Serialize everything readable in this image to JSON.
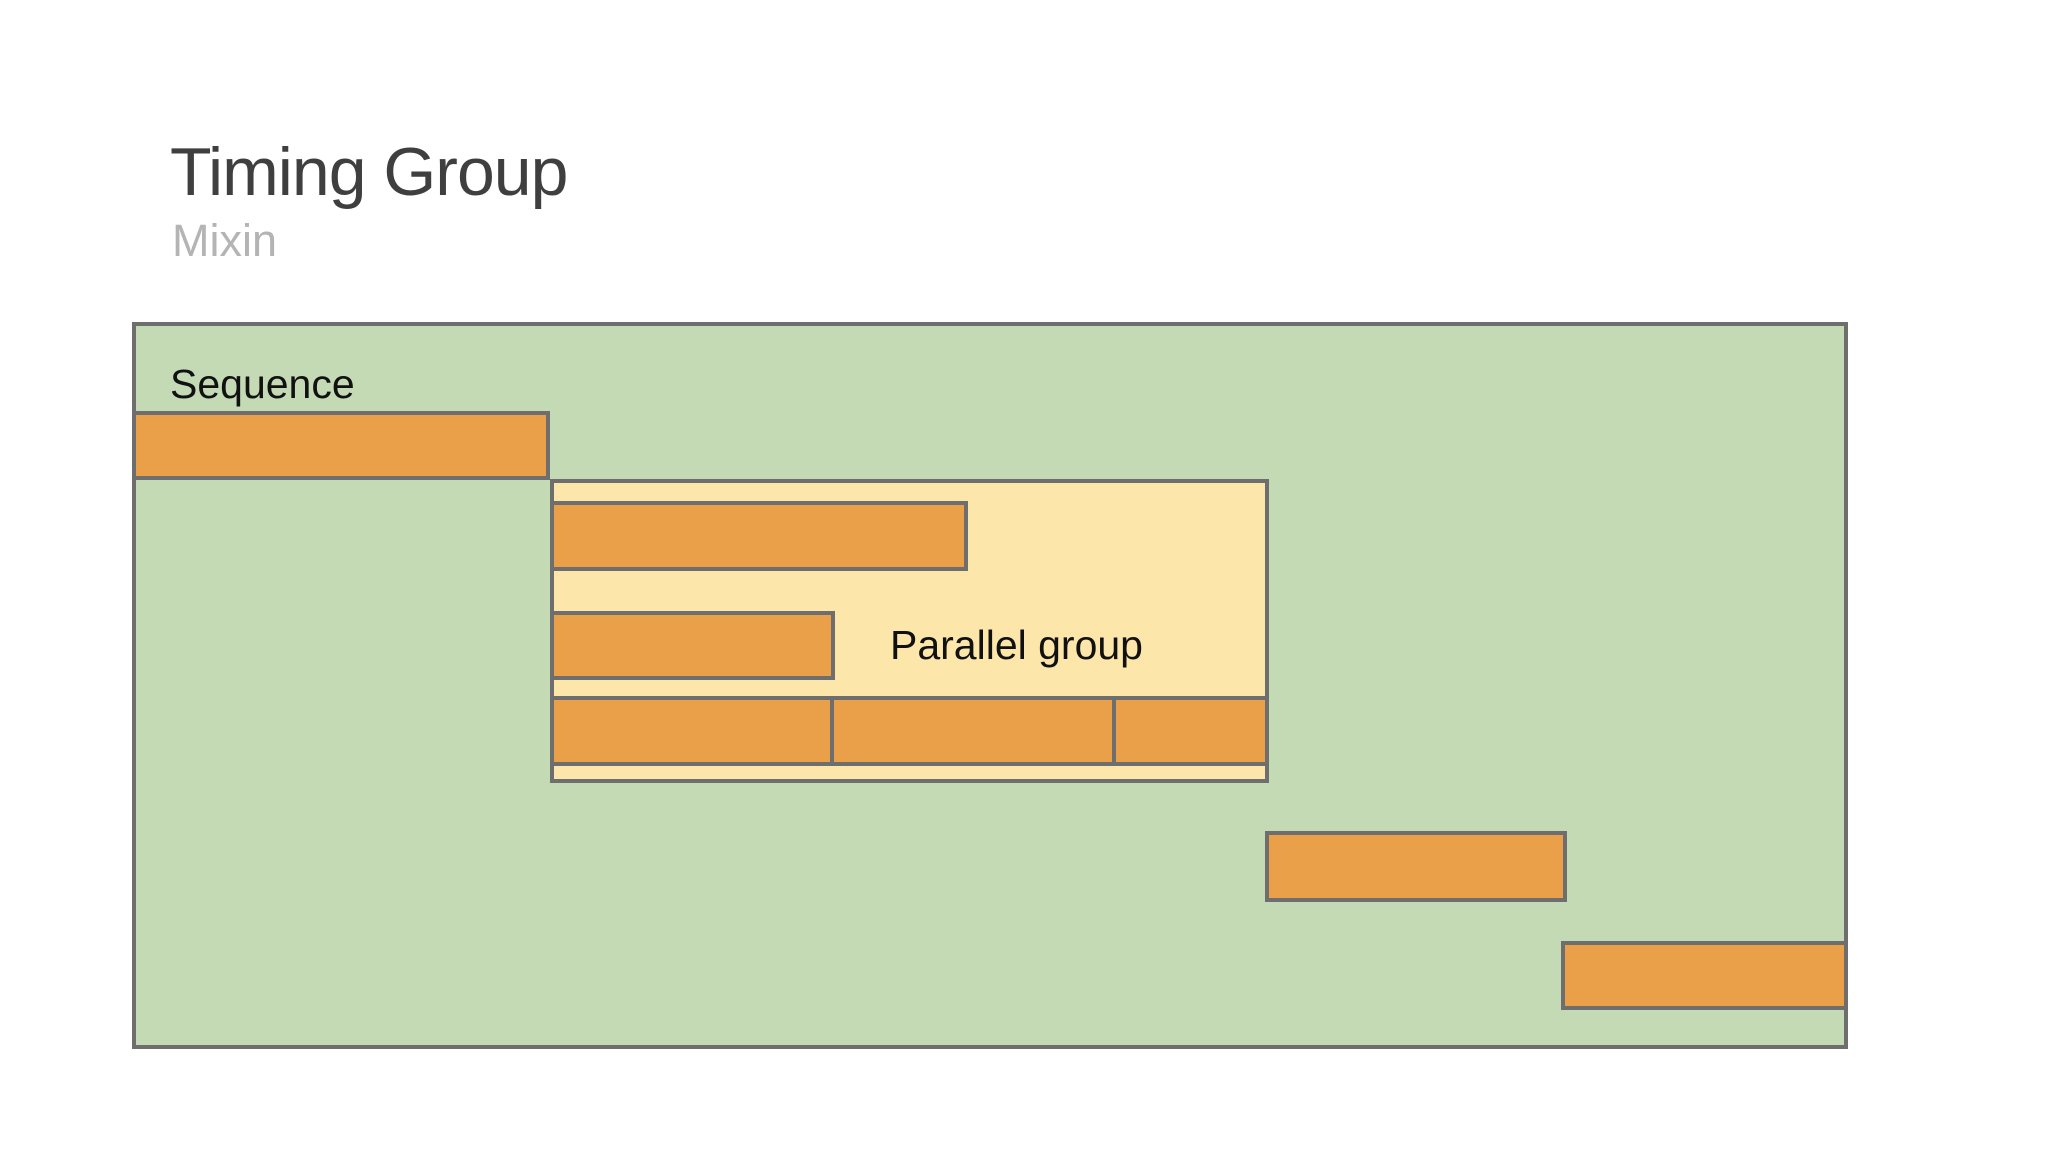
{
  "header": {
    "title": "Timing Group",
    "subtitle": "Mixin"
  },
  "diagram": {
    "sequence": {
      "label": "Sequence",
      "bar_count": 3
    },
    "parallel": {
      "label": "Parallel group",
      "bar_count": 2,
      "bottom_row_segment_count": 3
    }
  },
  "colors": {
    "background": "#ffffff",
    "sequence_fill": "#c4dab5",
    "parallel_fill": "#fde6aa",
    "bar_fill": "#eaa049",
    "border": "#6e6e6e",
    "title_color": "#3f3f3f",
    "subtitle_color": "#b4b4b4",
    "label_color": "#111111"
  }
}
